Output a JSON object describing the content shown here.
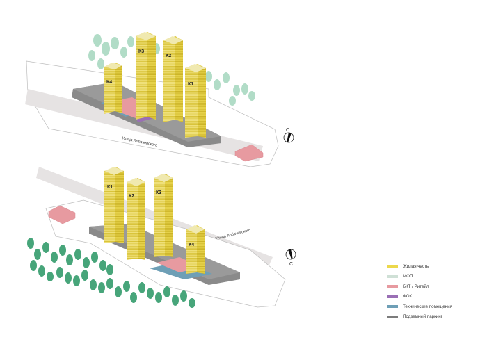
{
  "views": {
    "top": {
      "towers": [
        "К3",
        "К2",
        "К4",
        "К1"
      ],
      "street": "Улица Лобачевского",
      "compass": "С"
    },
    "bottom": {
      "towers": [
        "К1",
        "К2",
        "К3",
        "К4"
      ],
      "street": "Улица Лобачевского",
      "compass": "С"
    }
  },
  "legend": [
    {
      "label": "Жилая часть",
      "color": "#ecd84b"
    },
    {
      "label": "МОП",
      "color": "#cfe0d6"
    },
    {
      "label": "БКТ / Ритейл",
      "color": "#e79aa0"
    },
    {
      "label": "ФОК",
      "color": "#9a6fb5"
    },
    {
      "label": "Технические помещения",
      "color": "#6e9fb6"
    },
    {
      "label": "Подземный паркинг",
      "color": "#7c7c7c"
    }
  ]
}
